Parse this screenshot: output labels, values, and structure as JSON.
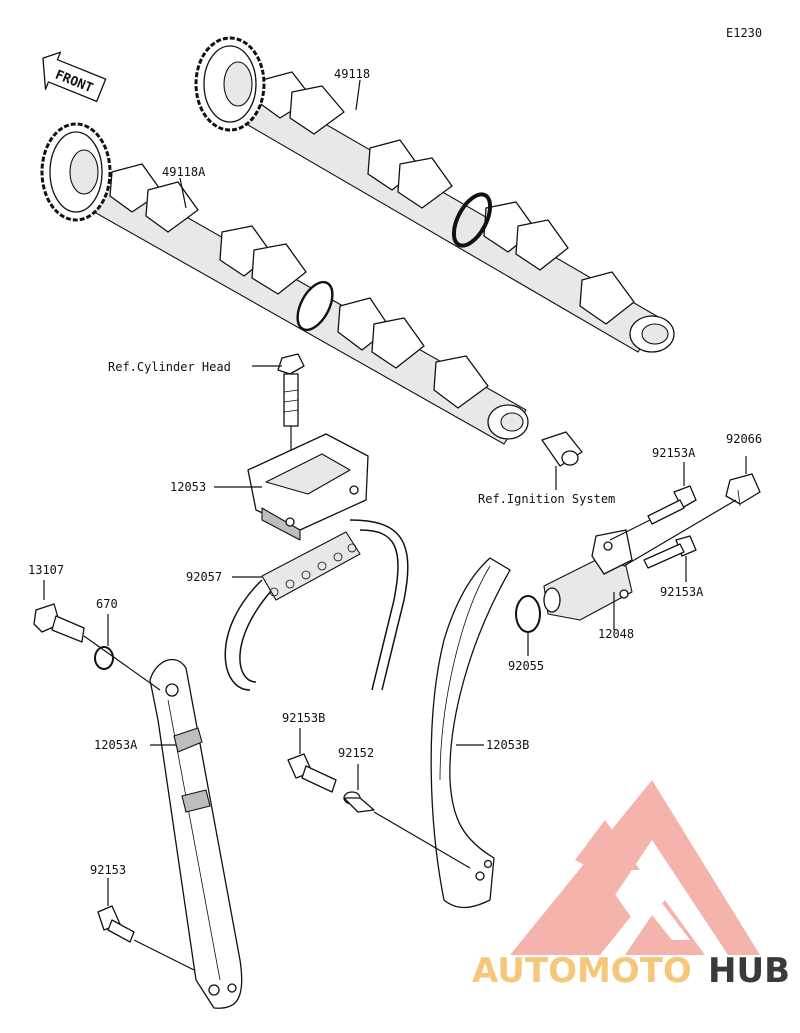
{
  "diagram": {
    "code": "E1230",
    "front_label": "FRONT",
    "labels": {
      "camshaft_exhaust": "49118",
      "camshaft_intake": "49118A",
      "ref_cylinder_head": "Ref.Cylinder Head",
      "guide_top": "12053",
      "ref_ignition": "Ref.Ignition System",
      "bolt_a_top": "92153A",
      "plug": "92066",
      "bolt_a_bottom": "92153A",
      "tensioner": "12048",
      "gasket": "92055",
      "chain": "92057",
      "bolt_13107": "13107",
      "oring": "670",
      "guide_left": "12053A",
      "bolt_b": "92153B",
      "collar": "92152",
      "guide_right": "12053B",
      "bolt_bottom": "92153"
    }
  },
  "watermark": {
    "part1": "AUTOMOTO",
    "part2": "HUB",
    "color_primary": "#f4a79d",
    "color_accent": "#f6c77a",
    "color_dark": "#3a3a3a"
  }
}
